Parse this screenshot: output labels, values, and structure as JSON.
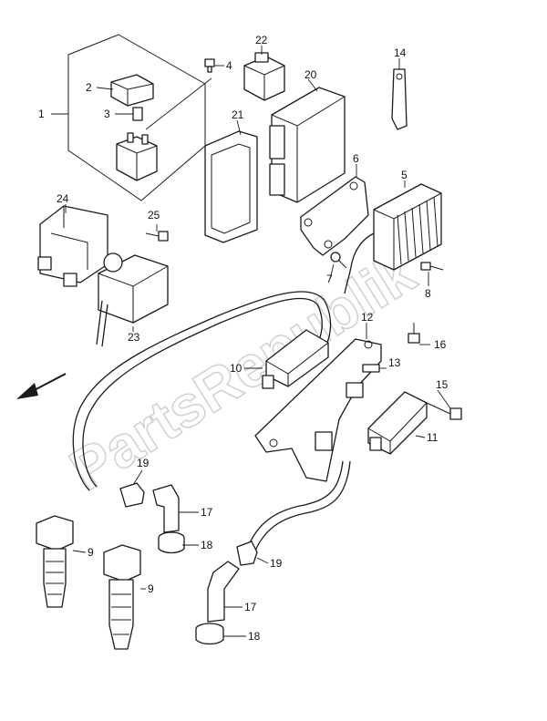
{
  "watermark": "PartsRepublik",
  "colors": {
    "line": "#1a1a1a",
    "watermark": "#d0d0d0",
    "background": "#ffffff"
  },
  "callouts": {
    "c1": "1",
    "c2": "2",
    "c3": "3",
    "c4": "4",
    "c5": "5",
    "c6": "6",
    "c7": "7",
    "c8": "8",
    "c9a": "9",
    "c9b": "9",
    "c10": "10",
    "c11": "11",
    "c12": "12",
    "c13": "13",
    "c14": "14",
    "c15": "15",
    "c16": "16",
    "c17a": "17",
    "c17b": "17",
    "c18a": "18",
    "c18b": "18",
    "c19a": "19",
    "c19b": "19",
    "c20": "20",
    "c21": "21",
    "c22": "22",
    "c23": "23",
    "c24": "24",
    "c25": "25"
  },
  "front_direction_icon": "arrow-down-left-icon"
}
